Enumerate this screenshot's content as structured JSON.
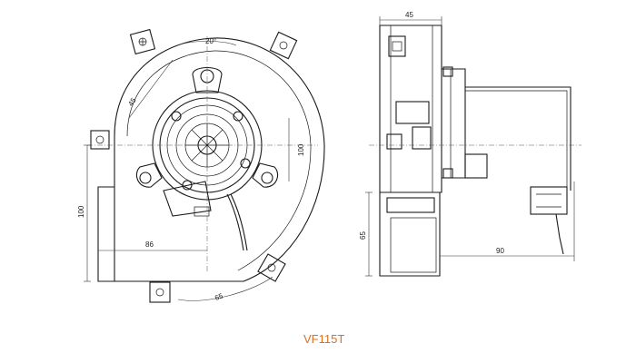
{
  "model": "VF115T",
  "colors": {
    "label": "#e0701c",
    "line": "#1a1a1a"
  },
  "front_view": {
    "dimensions": {
      "angle": "20°",
      "radius": "45",
      "height": "100",
      "offset": "86",
      "bottom_radius": "65",
      "right_height": "100"
    }
  },
  "side_view": {
    "dimensions": {
      "depth": "45",
      "height": "65",
      "cable": "90"
    }
  }
}
